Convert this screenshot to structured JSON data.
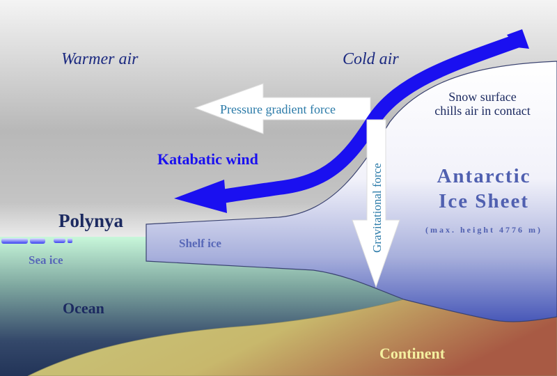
{
  "labels": {
    "warmer_air": "Warmer air",
    "cold_air": "Cold air",
    "pressure_gradient": "Pressure gradient force",
    "snow_surface_line1": "Snow surface",
    "snow_surface_line2": "chills air in contact",
    "katabatic_wind": "Katabatic wind",
    "gravitational_force": "Gravitational force",
    "antarctic_line1": "Antarctic",
    "antarctic_line2": "Ice Sheet",
    "max_height": "(max. height 4776 m)",
    "polynya": "Polynya",
    "shelf_ice": "Shelf ice",
    "sea_ice": "Sea ice",
    "ocean": "Ocean",
    "continent": "Continent"
  },
  "colors": {
    "wind_arrow": "#1a10f0",
    "dark_label": "#1c2a60",
    "ice_label": "#5060b0",
    "force_label": "#2a7aa8",
    "continent_label": "#f4f0a0"
  }
}
